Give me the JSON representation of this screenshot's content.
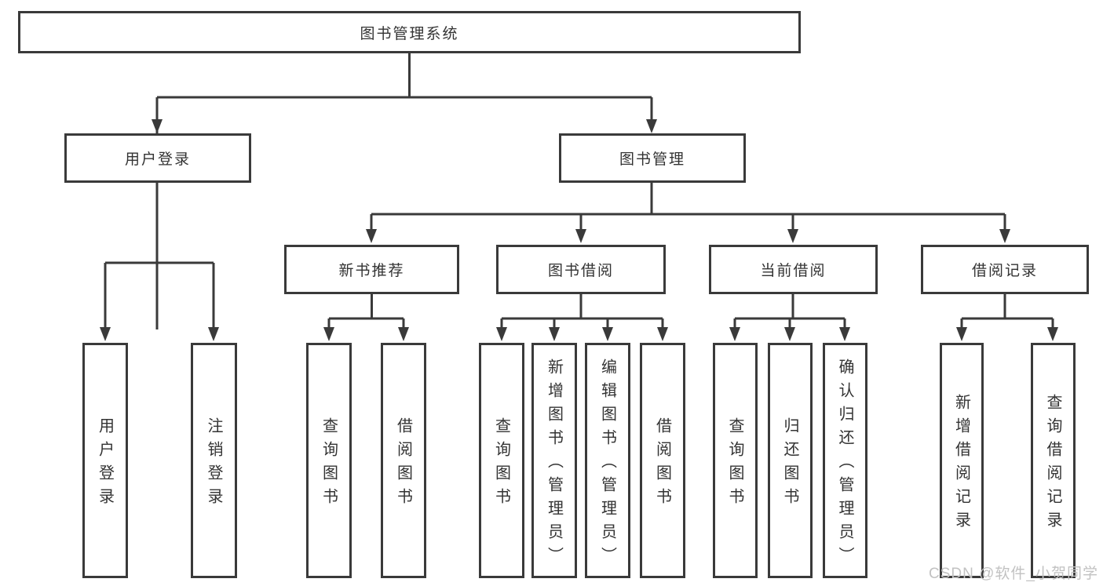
{
  "diagram": {
    "tree": {
      "label": "图书管理系统",
      "children": [
        {
          "label": "用户登录",
          "children": [
            {
              "label": "用户登录"
            },
            {
              "label": "注销登录"
            }
          ]
        },
        {
          "label": "图书管理",
          "children": [
            {
              "label": "新书推荐",
              "children": [
                {
                  "label": "查询图书"
                },
                {
                  "label": "借阅图书"
                }
              ]
            },
            {
              "label": "图书借阅",
              "children": [
                {
                  "label": "查询图书"
                },
                {
                  "label": "新增图书（管理员）"
                },
                {
                  "label": "编辑图书（管理员）"
                },
                {
                  "label": "借阅图书"
                }
              ]
            },
            {
              "label": "当前借阅",
              "children": [
                {
                  "label": "查询图书"
                },
                {
                  "label": "归还图书"
                },
                {
                  "label": "确认归还（管理员）"
                }
              ]
            },
            {
              "label": "借阅记录",
              "children": [
                {
                  "label": "新增借阅记录"
                },
                {
                  "label": "查询借阅记录"
                }
              ]
            }
          ]
        }
      ]
    },
    "colors": {
      "line": "#3a3a3a",
      "box_border": "#3a3a3a",
      "box_fill": "#ffffff",
      "text": "#333333",
      "watermark": "#c2c2c2"
    }
  },
  "watermark": {
    "text": "CSDN @软件_小贺同学"
  }
}
